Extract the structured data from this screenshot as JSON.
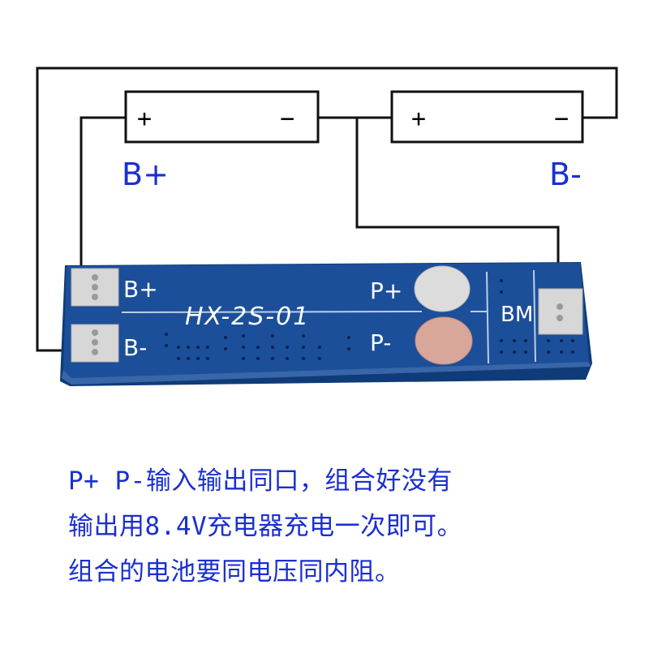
{
  "batteries": [
    {
      "plus": "+",
      "minus": "−"
    },
    {
      "plus": "+",
      "minus": "−"
    }
  ],
  "terminal_labels": {
    "b_plus": "B+",
    "b_minus": "B-"
  },
  "board": {
    "model": "HX-2S-01",
    "pads": {
      "b_plus": "B+",
      "b_minus": "B-",
      "p_plus": "P+",
      "p_minus": "P-",
      "bm": "BM"
    },
    "colors": {
      "pcb": "#1c4f99",
      "pad_silver": "#d7d7d7",
      "pad_copper": "#d9a79a"
    }
  },
  "caption": {
    "line1": "P+ P-输入输出同口，组合好没有",
    "line2": "输出用8.4V充电器充电一次即可。",
    "line3": "组合的电池要同电压同内阻。"
  }
}
